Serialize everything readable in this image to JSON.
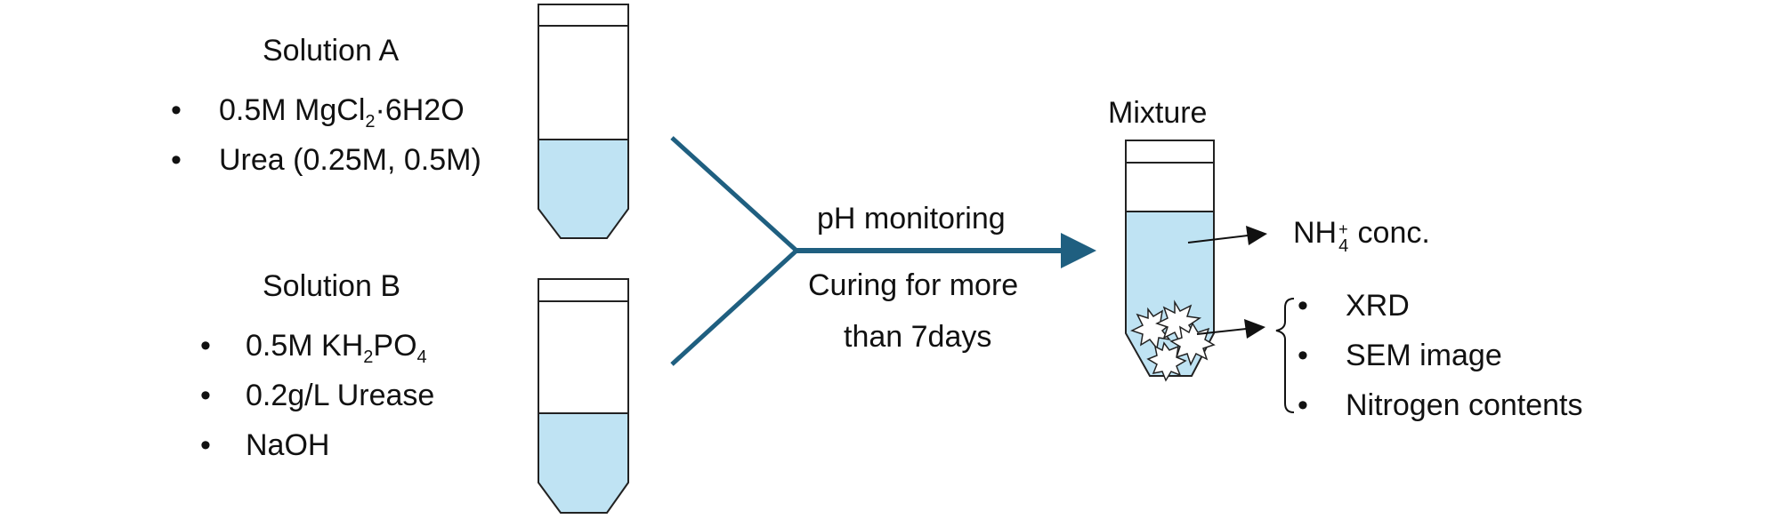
{
  "solution_a": {
    "title": "Solution A",
    "item1_pre": "0.5M MgCl",
    "item1_sub": "2",
    "item1_post": "·6H2O",
    "item2": "Urea (0.25M, 0.5M)"
  },
  "solution_b": {
    "title": "Solution B",
    "item1_pre": "0.5M KH",
    "item1_sub1": "2",
    "item1_mid": "PO",
    "item1_sub2": "4",
    "item2": "0.2g/L Urease",
    "item3": "NaOH"
  },
  "process": {
    "line1": "pH monitoring",
    "line2": "Curing for more",
    "line3": "than 7days"
  },
  "mixture": {
    "title": "Mixture",
    "nh4_pre": "NH",
    "nh4_sup": "+",
    "nh4_sub": "4",
    "nh4_post": " conc.",
    "analyses": [
      "XRD",
      "SEM image",
      "Nitrogen contents"
    ]
  },
  "bullet_char": "•",
  "colors": {
    "liquid": "#bfe3f3",
    "arrow": "#1f5f80",
    "outline": "#222222"
  }
}
